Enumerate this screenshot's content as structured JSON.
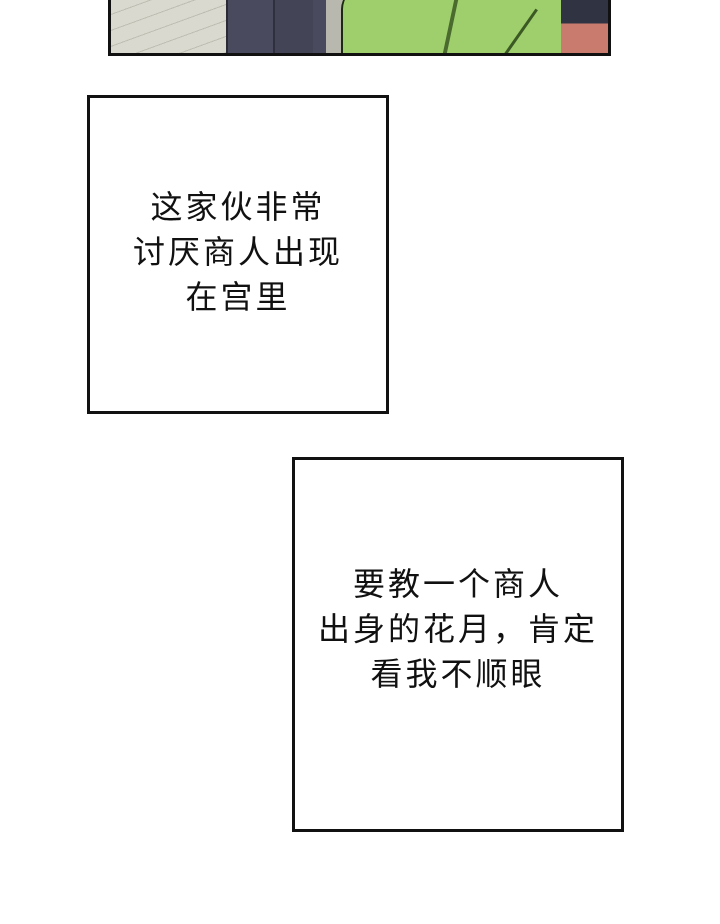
{
  "panels": {
    "top_panel": {
      "description": "partial comic panel: stone floor, dark door, green robe, reddish wall"
    },
    "caption_1": {
      "lines": [
        "这家伙非常",
        "讨厌商人出现",
        "在宫里"
      ]
    },
    "caption_2": {
      "lines": [
        "要教一个商人",
        "出身的花月，肯定",
        "看我不顺眼"
      ]
    }
  },
  "colors": {
    "background": "#ffffff",
    "border": "#111111",
    "robe_green": "#9fcf6d",
    "door_dark": "#4a4a5e",
    "wall_red": "#c97c6e"
  }
}
